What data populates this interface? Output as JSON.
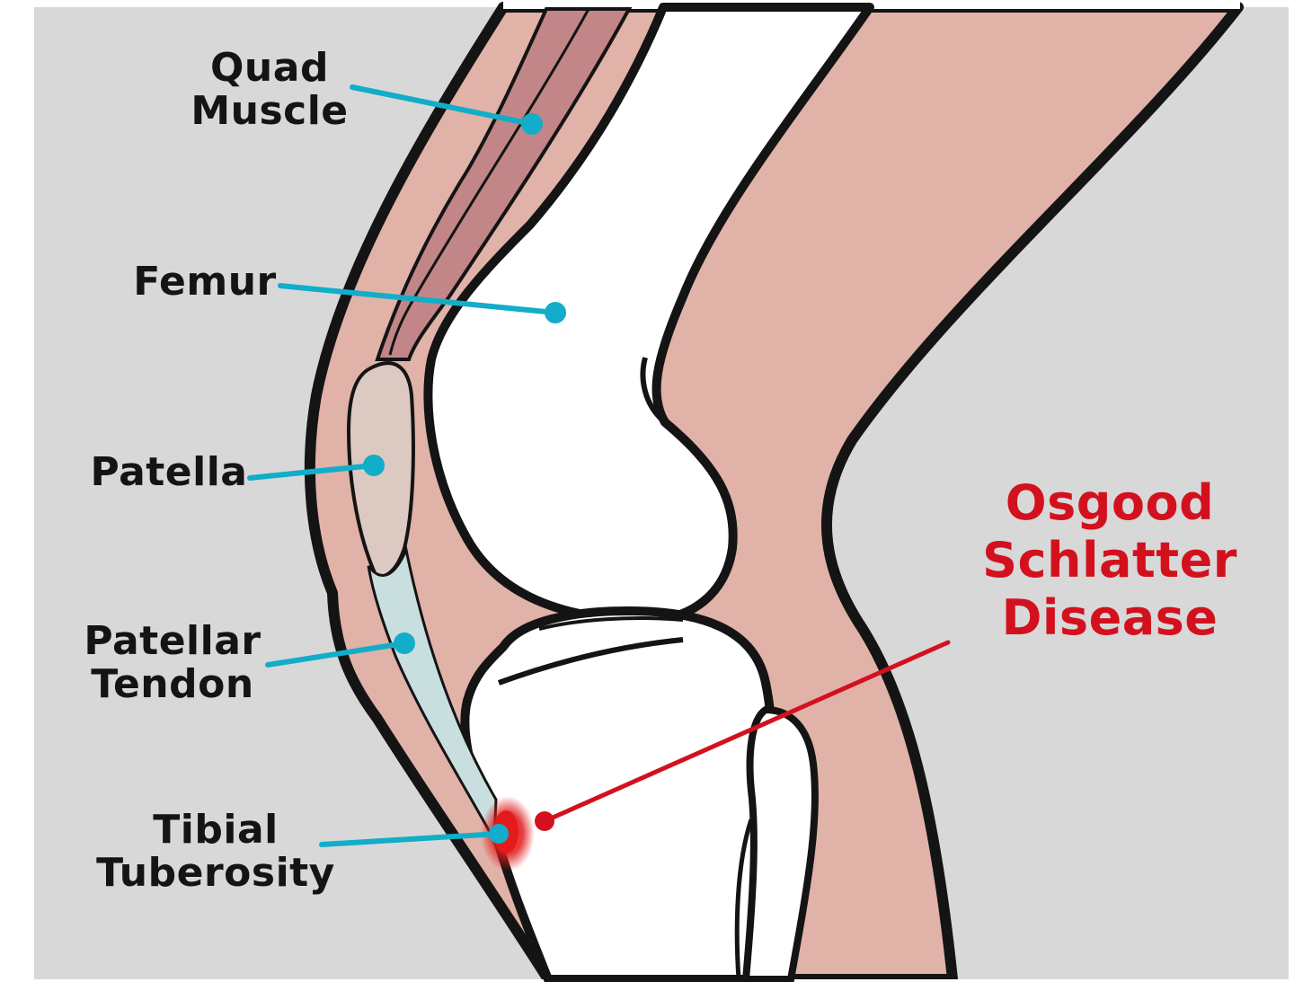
{
  "labels": {
    "quad": [
      "Quad",
      "Muscle"
    ],
    "femur": [
      "Femur"
    ],
    "patella": [
      "Patella"
    ],
    "patellar_tendon": [
      "Patellar",
      "Tendon"
    ],
    "tibial_tuberosity": [
      "Tibial",
      "Tuberosity"
    ],
    "condition": [
      "Osgood",
      "Schlatter",
      "Disease"
    ]
  },
  "colors": {
    "background_gray": "#d8d8d8",
    "skin": "#e0b2a8",
    "muscle": "#c28689",
    "bone": "#ffffff",
    "patella": "#dcc9c1",
    "tendon": "#c9dfdf",
    "leader_blue": "#12adc8",
    "highlight_red": "#d3111e",
    "outline": "#141414"
  }
}
